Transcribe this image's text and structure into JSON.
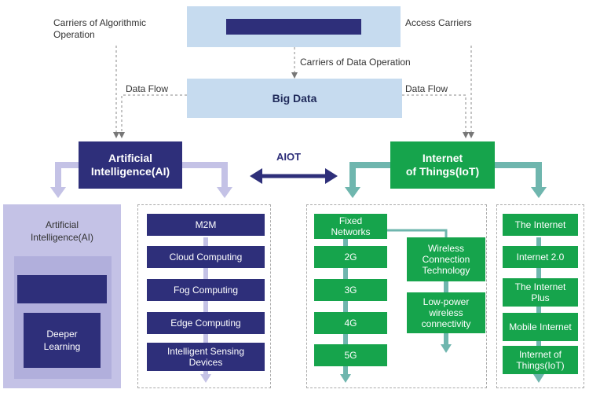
{
  "top": {
    "left_label": "Carriers of Algorithmic Operation",
    "right_label": "Access Carriers",
    "middle_label": "Carriers of Data Operation"
  },
  "big_data": {
    "title": "Big Data",
    "left_flow": "Data Flow",
    "right_flow": "Data Flow"
  },
  "ai": {
    "title_line1": "Artificial",
    "title_line2": "Intelligence(AI)"
  },
  "aiot": "AIOT",
  "iot": {
    "title_line1": "Internet",
    "title_line2": "of Things(IoT)"
  },
  "ai_panel": {
    "title_line1": "Artificial",
    "title_line2": "Intelligence(AI)",
    "deeper_line1": "Deeper",
    "deeper_line2": "Learning"
  },
  "computing_items": [
    "M2M",
    "Cloud Computing",
    "Fog Computing",
    "Edge Computing",
    "Intelligent Sensing Devices"
  ],
  "fixed_networks": "Fixed Networks",
  "network_gens": [
    "2G",
    "3G",
    "4G",
    "5G"
  ],
  "wireless": {
    "tech": "Wireless Connection Technology",
    "lowpower": "Low-power wireless connectivity"
  },
  "internet_items": [
    "The Internet",
    "Internet 2.0",
    "The Internet Plus",
    "Mobile Internet",
    "Internet of Things(IoT)"
  ],
  "colors": {
    "navy": "#2e2f7a",
    "green": "#16a44c",
    "light_blue": "#c6dbef",
    "lavender": "#c4c2e6",
    "teal": "#6fb6ae"
  }
}
